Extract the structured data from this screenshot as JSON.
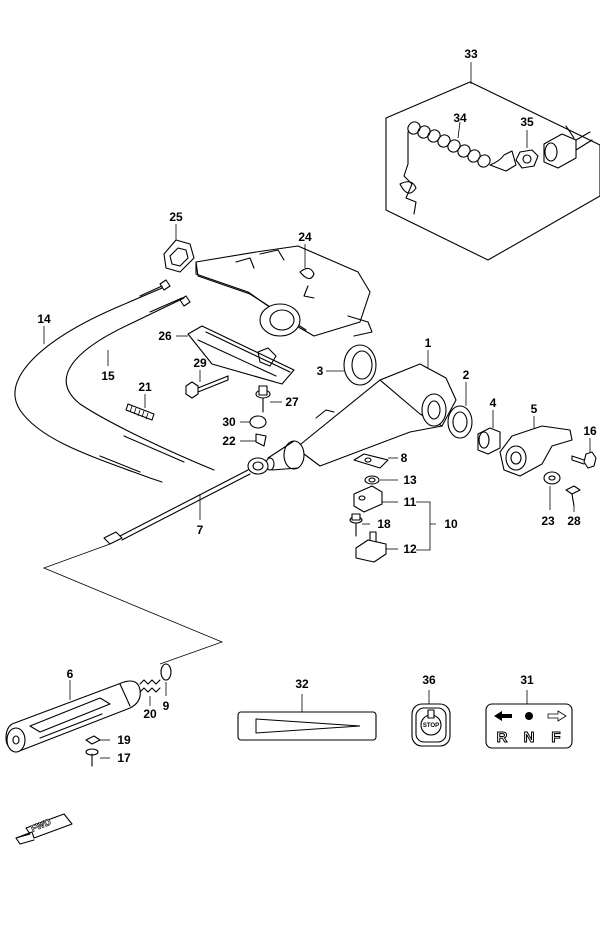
{
  "callouts": [
    {
      "id": "c1",
      "text": "1"
    },
    {
      "id": "c2",
      "text": "2"
    },
    {
      "id": "c3",
      "text": "3"
    },
    {
      "id": "c4",
      "text": "4"
    },
    {
      "id": "c5",
      "text": "5"
    },
    {
      "id": "c6",
      "text": "6"
    },
    {
      "id": "c7",
      "text": "7"
    },
    {
      "id": "c8",
      "text": "8"
    },
    {
      "id": "c9",
      "text": "9"
    },
    {
      "id": "c10",
      "text": "10"
    },
    {
      "id": "c11",
      "text": "11"
    },
    {
      "id": "c12",
      "text": "12"
    },
    {
      "id": "c13",
      "text": "13"
    },
    {
      "id": "c14",
      "text": "14"
    },
    {
      "id": "c15",
      "text": "15"
    },
    {
      "id": "c16",
      "text": "16"
    },
    {
      "id": "c17",
      "text": "17"
    },
    {
      "id": "c18",
      "text": "18"
    },
    {
      "id": "c19",
      "text": "19"
    },
    {
      "id": "c20",
      "text": "20"
    },
    {
      "id": "c21",
      "text": "21"
    },
    {
      "id": "c22",
      "text": "22"
    },
    {
      "id": "c23",
      "text": "23"
    },
    {
      "id": "c24",
      "text": "24"
    },
    {
      "id": "c25",
      "text": "25"
    },
    {
      "id": "c26",
      "text": "26"
    },
    {
      "id": "c27",
      "text": "27"
    },
    {
      "id": "c28",
      "text": "28"
    },
    {
      "id": "c29",
      "text": "29"
    },
    {
      "id": "c30",
      "text": "30"
    },
    {
      "id": "c31",
      "text": "31"
    },
    {
      "id": "c32",
      "text": "32"
    },
    {
      "id": "c33",
      "text": "33"
    },
    {
      "id": "c34",
      "text": "34"
    },
    {
      "id": "c35",
      "text": "35"
    },
    {
      "id": "c36",
      "text": "36"
    }
  ],
  "decal_shift": {
    "r": "R",
    "n": "N",
    "f": "F"
  },
  "decal_stop": {
    "text": "STOP"
  },
  "fwd_arrow": {
    "text": "FWD"
  }
}
